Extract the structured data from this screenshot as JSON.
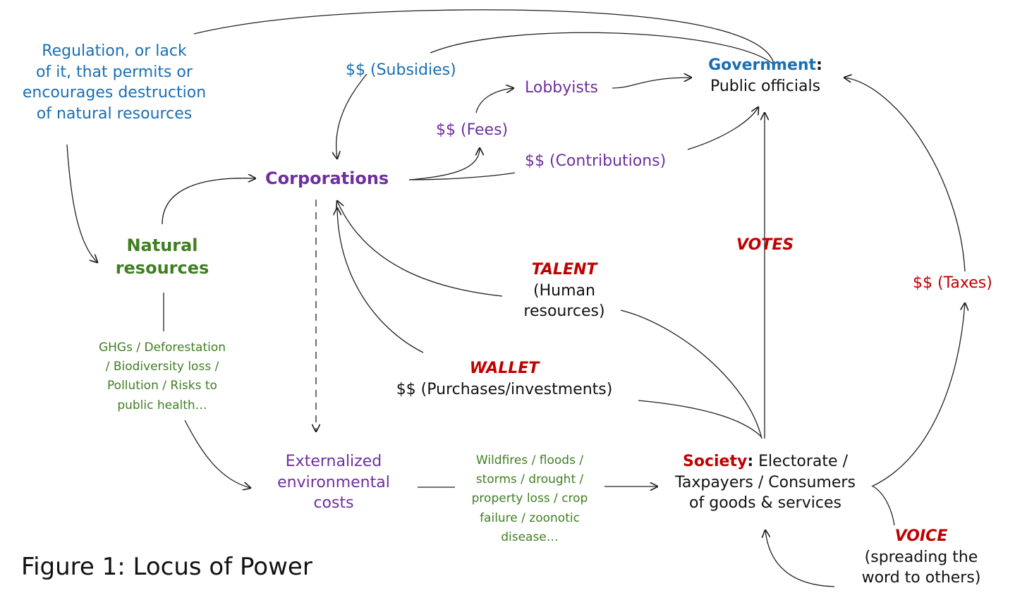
{
  "regulation": {
    "lines": [
      "Regulation, or lack",
      "of it, that permits or",
      "encourages destruction",
      "of natural resources"
    ],
    "color": "#1a6fb3"
  },
  "subsidies": "$$ (Subsidies)",
  "government": {
    "title": "Government",
    "colon": ":",
    "subtitle": "Public officials"
  },
  "lobbyists": "Lobbyists",
  "fees": "$$ (Fees)",
  "contributions": "$$ (Contributions)",
  "corporations": "Corporations",
  "natural_resources": {
    "lines": [
      "Natural",
      "resources"
    ]
  },
  "impacts_left": {
    "lines": [
      "GHGs / Deforestation",
      "/ Biodiversity loss /",
      "Pollution / Risks to",
      "public health…"
    ]
  },
  "votes": "VOTES",
  "talent": {
    "label": "TALENT",
    "lines": [
      "(Human",
      "resources)"
    ]
  },
  "taxes": "$$ (Taxes)",
  "wallet": {
    "label": "WALLET",
    "detail": "$$ (Purchases/investments)"
  },
  "externalized": {
    "lines": [
      "Externalized",
      "environmental",
      "costs"
    ]
  },
  "impacts_middle": {
    "lines": [
      "Wildfires / floods /",
      "storms / drought /",
      "property loss / crop",
      "failure / zoonotic",
      "disease…"
    ]
  },
  "society": {
    "title": "Society",
    "colon": ":",
    "line1_rest": "Electorate /",
    "line2": "Taxpayers / Consumers",
    "line3": "of goods & services"
  },
  "voice": {
    "label": "VOICE",
    "lines": [
      "(spreading the",
      "word to others)"
    ]
  },
  "figure_caption": "Figure 1: Locus of Power"
}
